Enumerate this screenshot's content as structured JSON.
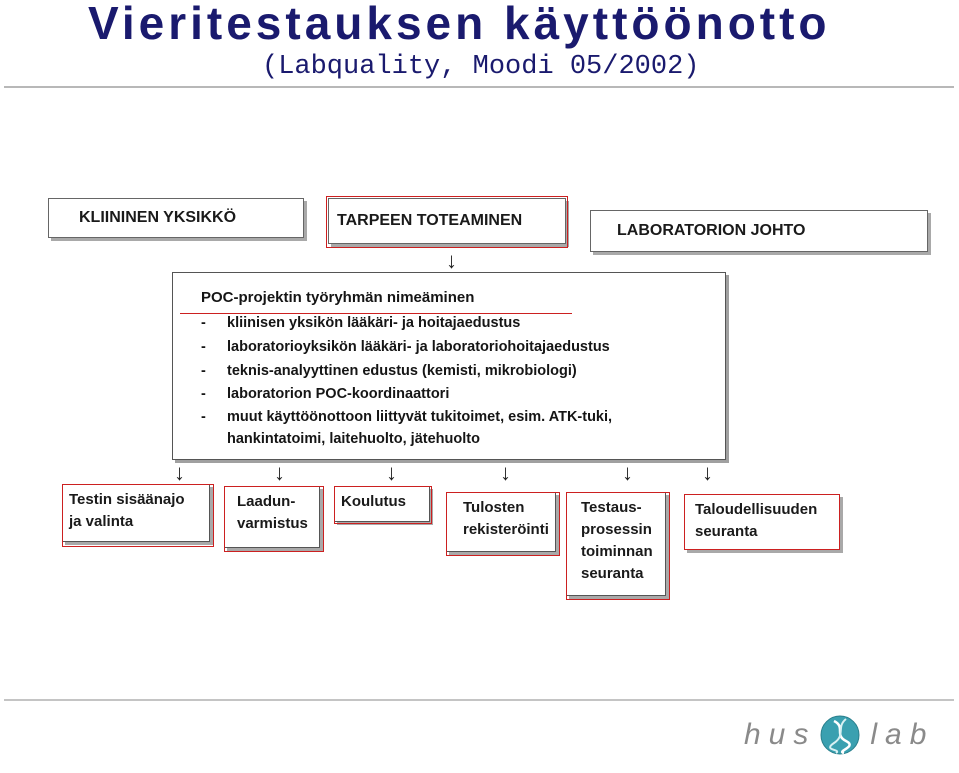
{
  "title": "Vieritestauksen käyttöönotto",
  "subtitle": "(Labquality, Moodi 05/2002)",
  "top_row": {
    "left": "KLIININEN YKSIKKÖ",
    "center": "TARPEEN TOTEAMINEN",
    "right": "LABORATORION JOHTO"
  },
  "project_box": {
    "title": "POC-projektin työryhmän nimeäminen",
    "dash": "-",
    "items": [
      "kliinisen yksikön lääkäri- ja hoitajaedustus",
      "laboratorioyksikön lääkäri- ja laboratoriohoitajaedustus",
      "teknis-analyyttinen edustus (kemisti, mikrobiologi)",
      "laboratorion POC-koordinaattori",
      "muut käyttöönottoon liittyvät tukitoimet, esim. ATK-tuki,"
    ],
    "continuation": "hankintatoimi, laitehuolto, jätehuolto"
  },
  "bottom_boxes": [
    {
      "lines": [
        "Testin sisäänajo",
        "ja valinta"
      ]
    },
    {
      "lines": [
        "Laadun-",
        "varmistus"
      ]
    },
    {
      "lines": [
        "Koulutus"
      ]
    },
    {
      "lines": [
        "Tulosten",
        "rekisteröinti"
      ]
    },
    {
      "lines": [
        "Testaus-",
        "prosessin",
        "toiminnan",
        "seuranta"
      ]
    },
    {
      "lines": [
        "Taloudellisuuden",
        "seuranta"
      ]
    }
  ],
  "arrow_glyph": "↓",
  "logo": {
    "left": "hus",
    "right": "lab"
  },
  "colors": {
    "title": "#1a1a6e",
    "highlight": "#cc2020",
    "logo": "#8a8a8a",
    "logo_ball": "#3aa0b0"
  }
}
